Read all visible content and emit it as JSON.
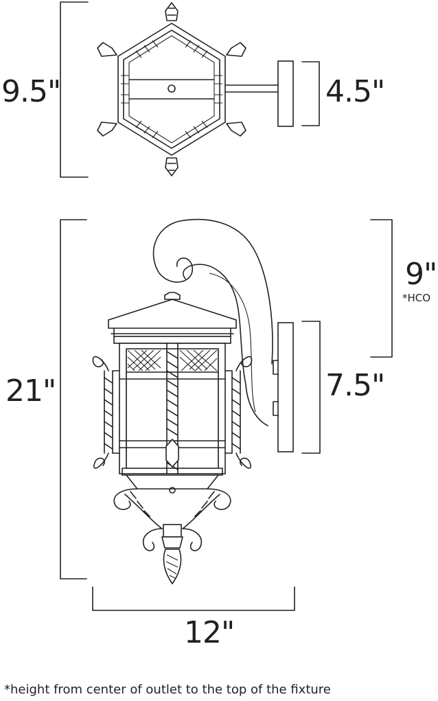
{
  "dimensions": {
    "top_depth": "9.5\"",
    "backplate_top_width": "4.5\"",
    "overall_height": "21\"",
    "hco": "9\"",
    "hco_note": "*HCO",
    "backplate_height": "7.5\"",
    "overall_width": "12\""
  },
  "footnote": "*height from center of outlet to the top of the fixture",
  "colors": {
    "line": "#231f20",
    "background": "#ffffff"
  }
}
